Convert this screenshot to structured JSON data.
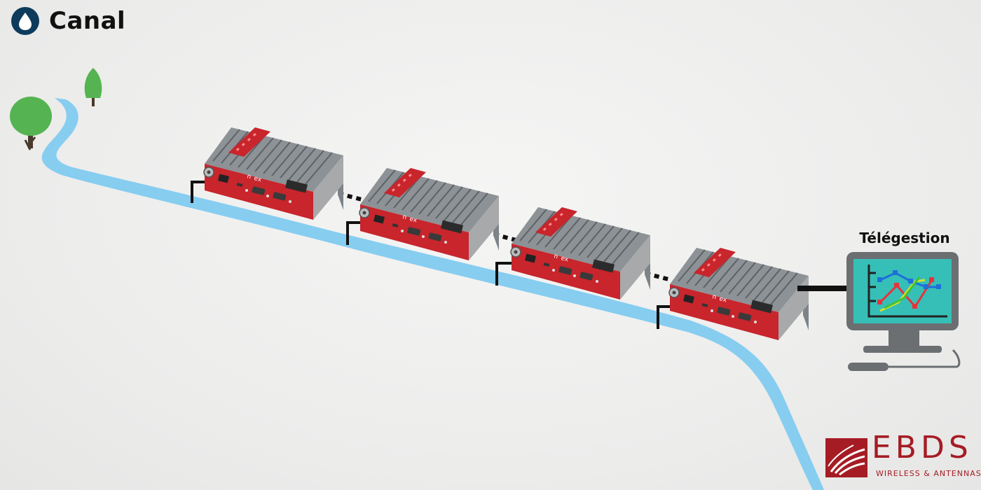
{
  "header": {
    "title": "Canal",
    "icon": "water-drop-icon"
  },
  "diagram": {
    "nodes": [
      {
        "type": "radio-modem",
        "brand": "nex"
      },
      {
        "type": "radio-modem",
        "brand": "nex"
      },
      {
        "type": "radio-modem",
        "brand": "nex"
      },
      {
        "type": "radio-modem",
        "brand": "nex"
      }
    ],
    "terminal": {
      "label": "Télégestion",
      "icon": "monitor-chart-icon"
    }
  },
  "logo": {
    "name": "EBDS",
    "tagline": "WIRELESS & ANTENNAS"
  },
  "colors": {
    "water": "#86cdf0",
    "modem_red": "#c8252c",
    "heatsink": "#8e9498",
    "title_badge": "#0e3b5c",
    "brand": "#a51c24",
    "screen": "#36bfb7"
  }
}
